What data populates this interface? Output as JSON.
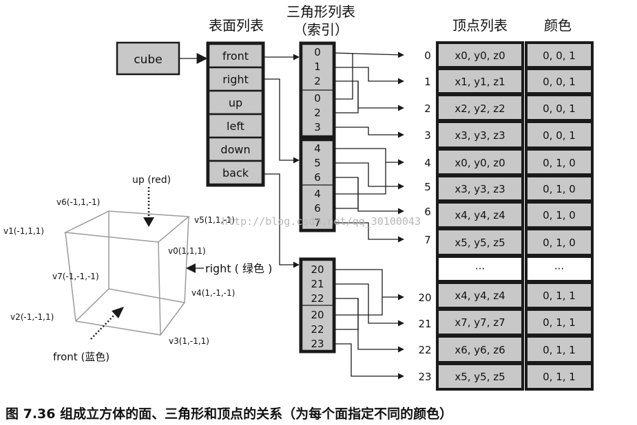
{
  "headers": {
    "surface_list": "表面列表",
    "triangle_list_line1": "三角形列表",
    "triangle_list_line2": "（索引）",
    "vertex_list": "顶点列表",
    "color": "颜色"
  },
  "cube_label": "cube",
  "faces": [
    "front",
    "right",
    "up",
    "left",
    "down",
    "back"
  ],
  "index_groups": [
    [
      "0",
      "1",
      "2",
      "0",
      "2",
      "3"
    ],
    [
      "4",
      "5",
      "6",
      "4",
      "6",
      "7"
    ],
    [
      "20",
      "21",
      "22",
      "20",
      "22",
      "23"
    ]
  ],
  "vertex_numbers": [
    "0",
    "1",
    "2",
    "3",
    "4",
    "5",
    "6",
    "7",
    "20",
    "21",
    "22",
    "23"
  ],
  "vertex_rows": [
    "x0, y0, z0",
    "x1, y1, z1",
    "x2, y2, z2",
    "x3, y3, z3",
    "x0, y0, z0",
    "x3, y3, z3",
    "x4, y4, z4",
    "x5, y5, z5",
    "···",
    "x4, y4, z4",
    "x7, y7, z7",
    "x6, y6, z6",
    "x5, y5, z5"
  ],
  "color_rows": [
    "0, 0, 1",
    "0, 0, 1",
    "0, 0, 1",
    "0, 0, 1",
    "0, 1, 0",
    "0, 1, 0",
    "0, 1, 0",
    "0, 1, 0",
    "···",
    "0, 1, 1",
    "0, 1, 1",
    "0, 1, 1",
    "0, 1, 1"
  ],
  "cube_vertices": {
    "v0": "v0(1,1,1)",
    "v1": "v1(-1,1,1)",
    "v2": "v2(-1,-1,1)",
    "v3": "v3(1,-1,1)",
    "v4": "v4(1,-1,-1)",
    "v5": "v5(1,1,-1)",
    "v6": "v6(-1,1,-1)",
    "v7": "v7(-1,-1,-1)"
  },
  "face_notes": {
    "up": "up (red)",
    "right": "right ( 绿色 )",
    "front": "front (蓝色)"
  },
  "watermark": "http://blog.csdn.net/qq_30100043",
  "caption": "图 7.36  组成立方体的面、三角形和顶点的关系（为每个面指定不同的颜色）"
}
